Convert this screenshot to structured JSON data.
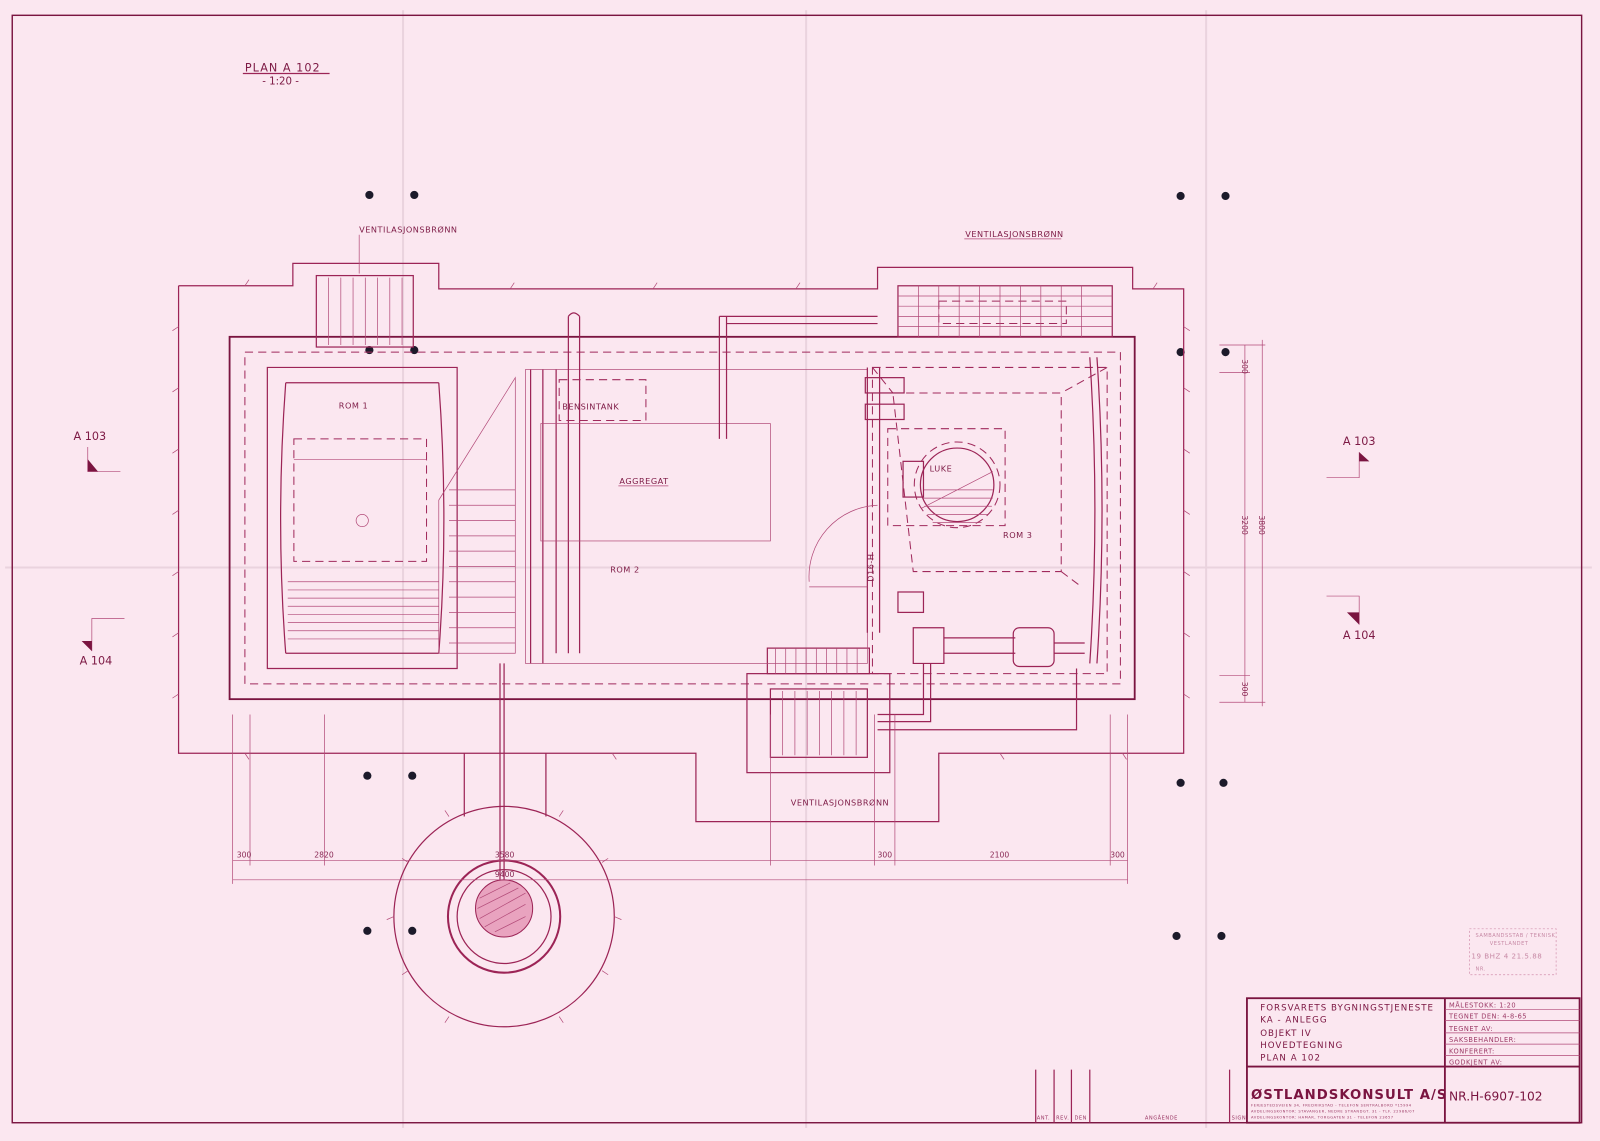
{
  "drawing": {
    "title": "PLAN  A 102",
    "scale": "- 1:20 -",
    "colors": {
      "paper": "#fbe7f0",
      "ink": "#9c2456",
      "ink_dark": "#7a1440"
    }
  },
  "plan": {
    "vent_label_left": "VENTILASJONSBRØNN",
    "vent_label_right": "VENTILASJONSBRØNN",
    "vent_label_bottom": "VENTILASJONSBRØNN",
    "rom1": "ROM 1",
    "bensintank": "BENSINTANK",
    "aggregat": "AGGREGAT",
    "rom2": "ROM 2",
    "luke": "LUKE",
    "rom3": "ROM 3",
    "door": "D16-H"
  },
  "sections": {
    "left_top": "A 103",
    "left_bottom": "A 104",
    "right_top": "A 103",
    "right_bottom": "A 104"
  },
  "dimensions": {
    "horizontal": [
      "300",
      "2820",
      "3580",
      "300",
      "2100",
      "300"
    ],
    "total": "9400",
    "vertical_inner": [
      "300",
      "3200",
      "300"
    ],
    "vertical_total": "3800"
  },
  "title_block": {
    "lines": [
      "FORSVARETS   BYGNINGSTJENESTE",
      "KA - ANLEGG",
      "OBJEKT  IV",
      "HOVEDTEGNING",
      "PLAN  A 102"
    ],
    "fields": [
      "MÅLESTOKK:  1:20",
      "TEGNET DEN:  4-8-65",
      "TEGNET AV:",
      "SAKSBEHANDLER:",
      "KONFERERT:",
      "GODKJENT AV:"
    ],
    "company": "ØSTLANDSKONSULT A/S",
    "address": [
      "FERJESTEDSVEIEN 34, FREDRIKSTAD - TELEFON SENTRALBORD *15994",
      "AVDELINGSKONTOR: STAVANGER, NEDRE STRANDGT. 31 - TLF. 22986/07",
      "AVDELINGSKONTOR: HAMAR, TORGGATEN 31 - TELEFON 23657"
    ],
    "drawing_number": "NR.H-6907-102",
    "revision_headers": [
      "ANT.",
      "REV.",
      "DEN",
      "ANGÅENDE",
      "SIGN."
    ]
  },
  "stamp": {
    "lines": [
      "SAMBANDSSTAB / TEKNISK",
      "VESTLANDET",
      "19 BHZ 4  21.5.88",
      "NR."
    ]
  }
}
